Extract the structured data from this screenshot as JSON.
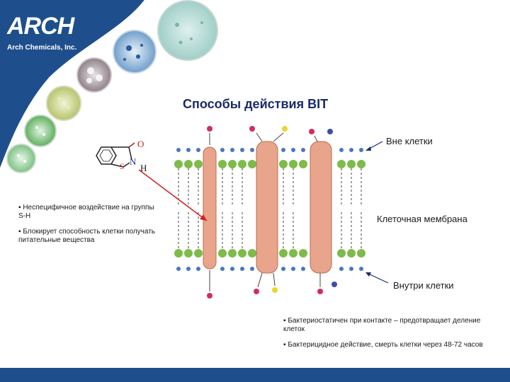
{
  "brand": {
    "name": "ARCH",
    "subtitle": "Arch Chemicals, Inc.",
    "color": "#1e4f8c"
  },
  "slide": {
    "title": "Способы действия BIT"
  },
  "molecule": {
    "atom_o": "O",
    "atom_s": "S",
    "atom_n": "N",
    "atom_h": "H"
  },
  "labels": {
    "outside": "Вне клетки",
    "membrane": "Клеточная мембрана",
    "inside": "Внутри клетки"
  },
  "bullets_left": [
    "▪ Неспецифичное воздействие на группы S-H",
    "▪ Блокирует способность клетки получать питательные вещества"
  ],
  "bullets_right": [
    "▪ Бактериостатичен при контакте – предотвращает деление клеток",
    "▪ Бактерицидное действие, смерть клетки через 48-72 часов"
  ]
}
